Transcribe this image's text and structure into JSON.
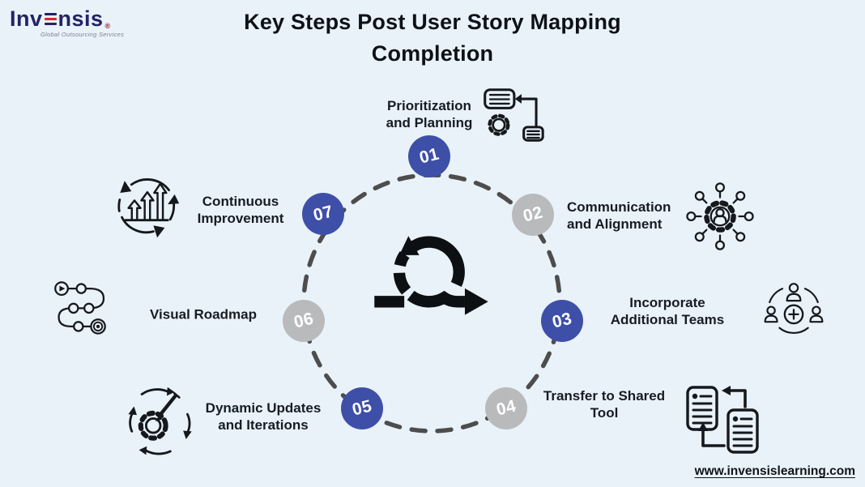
{
  "theme": {
    "bg": "#e9f2f9",
    "blue": "#3e4fa8",
    "gray": "#b9babc",
    "ink": "#121824",
    "dash": "#4d4d4d",
    "navy": "#232366",
    "red": "#d9252e",
    "tagline": "#7c7f92"
  },
  "logo": {
    "word_part1": "Inv",
    "word_part2": "nsis",
    "registered_mark": "®",
    "tagline": "Global Outsourcing Services",
    "stylized_e_icon": "three-bars-e-icon"
  },
  "title": {
    "line1": "Key Steps Post User Story Mapping",
    "line2": "Completion"
  },
  "center_icon": "agile-sprint-loop-icon",
  "steps": [
    {
      "number": "01",
      "variant": "blue",
      "label_line1": "Prioritization",
      "label_line2": "and Planning",
      "icon": "documents-gear-flow-icon"
    },
    {
      "number": "02",
      "variant": "gray",
      "label_line1": "Communication",
      "label_line2": "and Alignment",
      "icon": "network-gear-person-icon"
    },
    {
      "number": "03",
      "variant": "blue",
      "label_line1": "Incorporate",
      "label_line2": "Additional Teams",
      "icon": "add-team-members-icon"
    },
    {
      "number": "04",
      "variant": "gray",
      "label_line1": "Transfer to Shared",
      "label_line2": "Tool",
      "icon": "document-transfer-icon"
    },
    {
      "number": "05",
      "variant": "blue",
      "label_line1": "Dynamic Updates",
      "label_line2": "and Iterations",
      "icon": "gear-pencil-iterate-icon"
    },
    {
      "number": "06",
      "variant": "gray",
      "label_line1": "Visual Roadmap",
      "label_line2": "",
      "icon": "roadmap-path-icon"
    },
    {
      "number": "07",
      "variant": "blue",
      "label_line1": "Continuous",
      "label_line2": "Improvement",
      "icon": "growth-cycle-arrows-icon"
    }
  ],
  "footer": {
    "website": "www.invensislearning.com"
  }
}
